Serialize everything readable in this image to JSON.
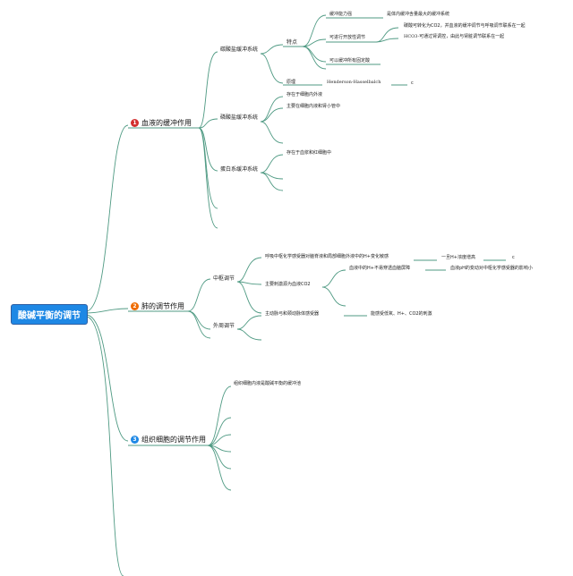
{
  "root": "酸碱平衡的调节",
  "colors": {
    "line": "#4f9a83",
    "root_bg": "#1e88e5",
    "badge1": "#d32f2f",
    "badge2": "#ef6c00",
    "badge3": "#1e88e5"
  },
  "b1": {
    "num": "1",
    "label": "血液的缓冲作用",
    "carbonate": {
      "label": "碳酸盐缓冲系统",
      "feature": "特点",
      "f1": "缓冲能力强",
      "f1_desc": "是体内缓冲含量最大的缓冲系统",
      "f2": "可进行开放性调节",
      "f2_a": "碳酸可转化为CO2，并血液的缓冲调节与呼吸调节联系在一起",
      "f2_b": "HCO3-可通过肾调控，由此与肾脏调节联系在一起",
      "f3": "可以缓冲所有固定酸",
      "principle": "原理",
      "hh": "Henderson-Hasselbalch",
      "hh_end": "c"
    },
    "phosphate": {
      "label": "磷酸盐缓冲系统",
      "a": "存在于细胞内外液",
      "b": "主要在细胞内液和肾小管中"
    },
    "protein": {
      "label": "蛋白系缓冲系统",
      "a": "存在于血浆和红细胞中"
    }
  },
  "b2": {
    "num": "2",
    "label": "肺的调节作用",
    "central": {
      "label": "中枢调节",
      "a": "呼吸中枢化学感受器对脑脊液和局部细胞外液中的H+变化敏感",
      "a2": "一旦H+浓度增高",
      "a3": "c",
      "b": "主要刺激源为血液CO2",
      "b1": "血液中的H+不易穿透血脑屏障",
      "b2": "血液pH的变动对中枢化学感受器的影响小"
    },
    "peripheral": {
      "label": "外周调节",
      "a": "主动脉弓和颈动脉体感受器",
      "a2": "能感受低氧、H+、CO2的刺激"
    }
  },
  "b3": {
    "num": "3",
    "label": "组织细胞的调节作用",
    "a": "组织细胞内液是酸碱平衡的缓冲池"
  }
}
